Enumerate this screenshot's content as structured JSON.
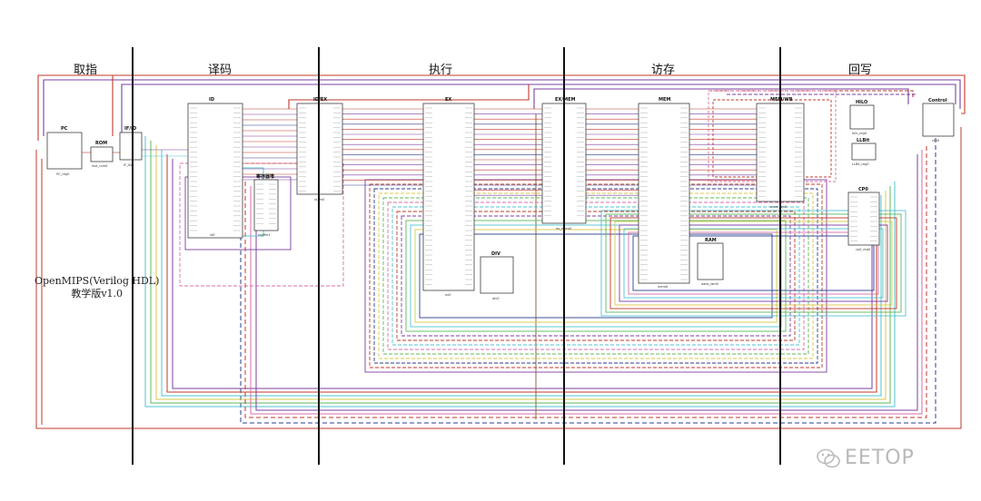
{
  "stages": {
    "fetch": "取指",
    "decode": "译码",
    "execute": "执行",
    "memory": "访存",
    "writeback": "回写"
  },
  "title": {
    "line1": "OpenMIPS(Verilog HDL)",
    "line2": "教学版v1.0"
  },
  "watermark": "EETOP",
  "modules": {
    "pc": {
      "name": "PC",
      "sub": "PC_reg0"
    },
    "rom": {
      "name": "ROM",
      "sub": "inst_rom0"
    },
    "ifid": {
      "name": "IF/ID",
      "sub": "IF_ID0"
    },
    "id": {
      "name": "ID",
      "sub": "id0"
    },
    "regfile": {
      "name": "寄存器堆",
      "sub": "regfile1"
    },
    "idex": {
      "name": "ID/EX",
      "sub": "id_ex0"
    },
    "ex": {
      "name": "EX",
      "sub": "ex0"
    },
    "div": {
      "name": "DIV",
      "sub": "div0"
    },
    "exmem": {
      "name": "EX/MEM",
      "sub": "ex_mem0"
    },
    "mem": {
      "name": "MEM",
      "sub": "mem0"
    },
    "ram": {
      "name": "RAM",
      "sub": "data_ram0"
    },
    "memwb": {
      "name": "MEM/WB",
      "sub": "mem_wb0"
    },
    "hilo": {
      "name": "HILO",
      "sub": "hilo_reg0"
    },
    "llbit": {
      "name": "LLBit",
      "sub": "LLBit_reg0"
    },
    "cp0": {
      "name": "CP0",
      "sub": "cp0_reg0"
    },
    "ctrl": {
      "name": "Control",
      "sub": "ctrl0"
    }
  },
  "colors": {
    "red": "#c0392b",
    "purple": "#7b3fa0",
    "cyan": "#4fc3d0",
    "green": "#5cb85c",
    "yellow": "#d9c84a",
    "navy": "#2c3e8f",
    "pink": "#d86ea8",
    "brown": "#8a6d3b"
  }
}
